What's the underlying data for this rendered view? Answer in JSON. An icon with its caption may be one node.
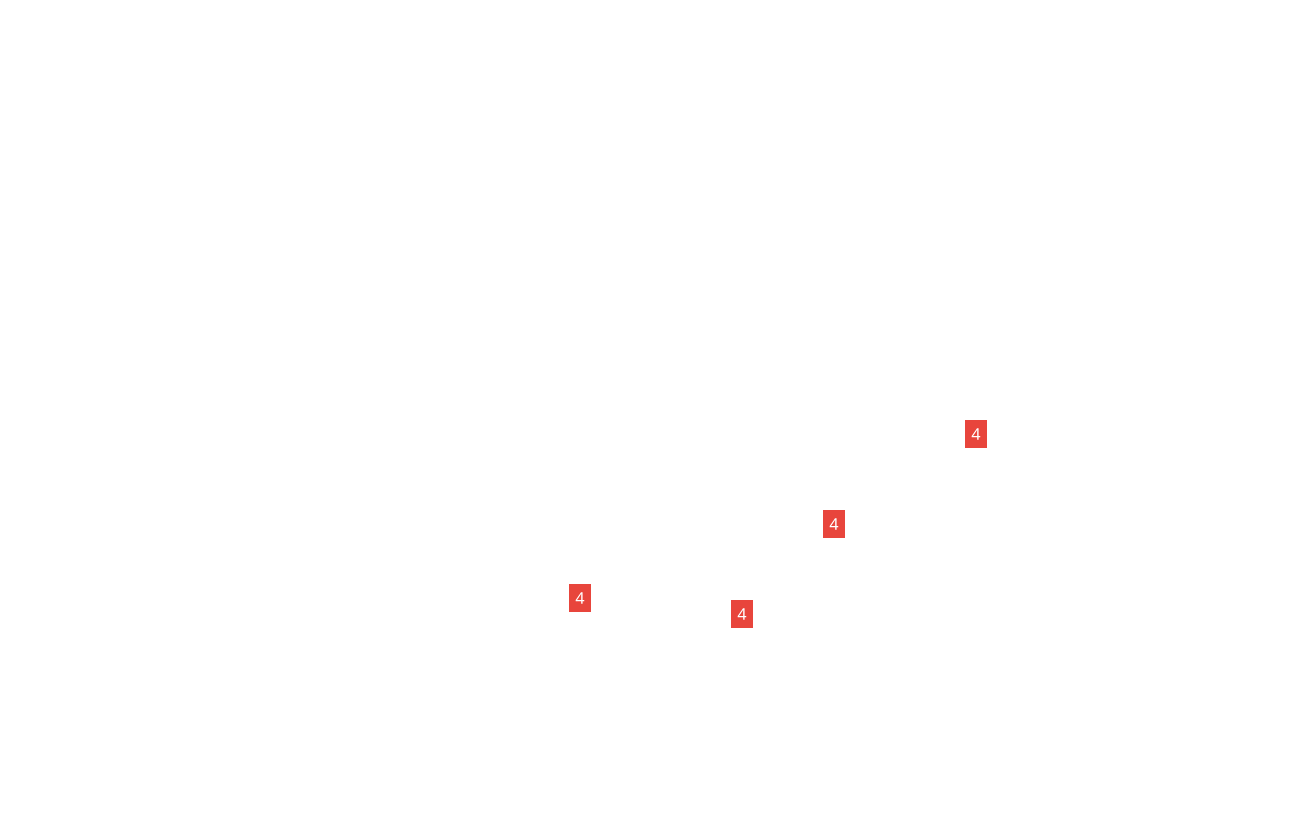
{
  "diagram": {
    "nodes": [
      {
        "text": [
          "4"
        ]
      },
      {
        "text": [
          "4"
        ]
      },
      {
        "text": [
          "4"
        ]
      },
      {
        "text": [
          "4"
        ]
      }
    ]
  }
}
